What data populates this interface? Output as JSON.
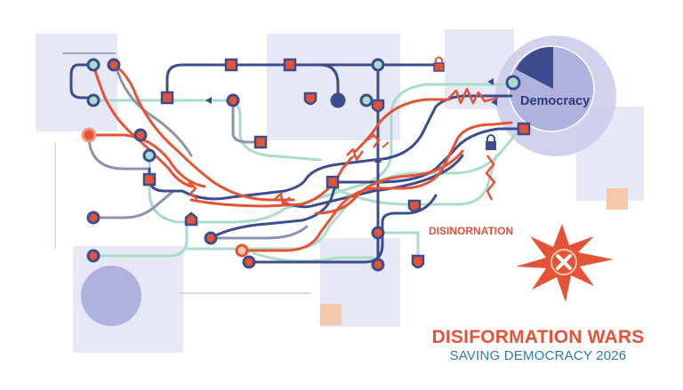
{
  "labels": {
    "democracy": "Democracy",
    "disinformation": "DISINORNATION",
    "title": "DISIFORMATION WARS",
    "subtitle": "SAVING DEMOCRACY 2026"
  },
  "colors": {
    "navy": "#3d4c8e",
    "red": "#e55337",
    "mint": "#a9dccb",
    "gray": "#8e93ad",
    "panel": "#e6e8f5",
    "peach": "#f6c7a8",
    "title_red": "#e55337",
    "subtitle_blue": "#2f79b6"
  },
  "icons": [
    "lock-icon",
    "shield-icon",
    "broken-link-icon",
    "lightning-icon",
    "explosion-icon"
  ]
}
